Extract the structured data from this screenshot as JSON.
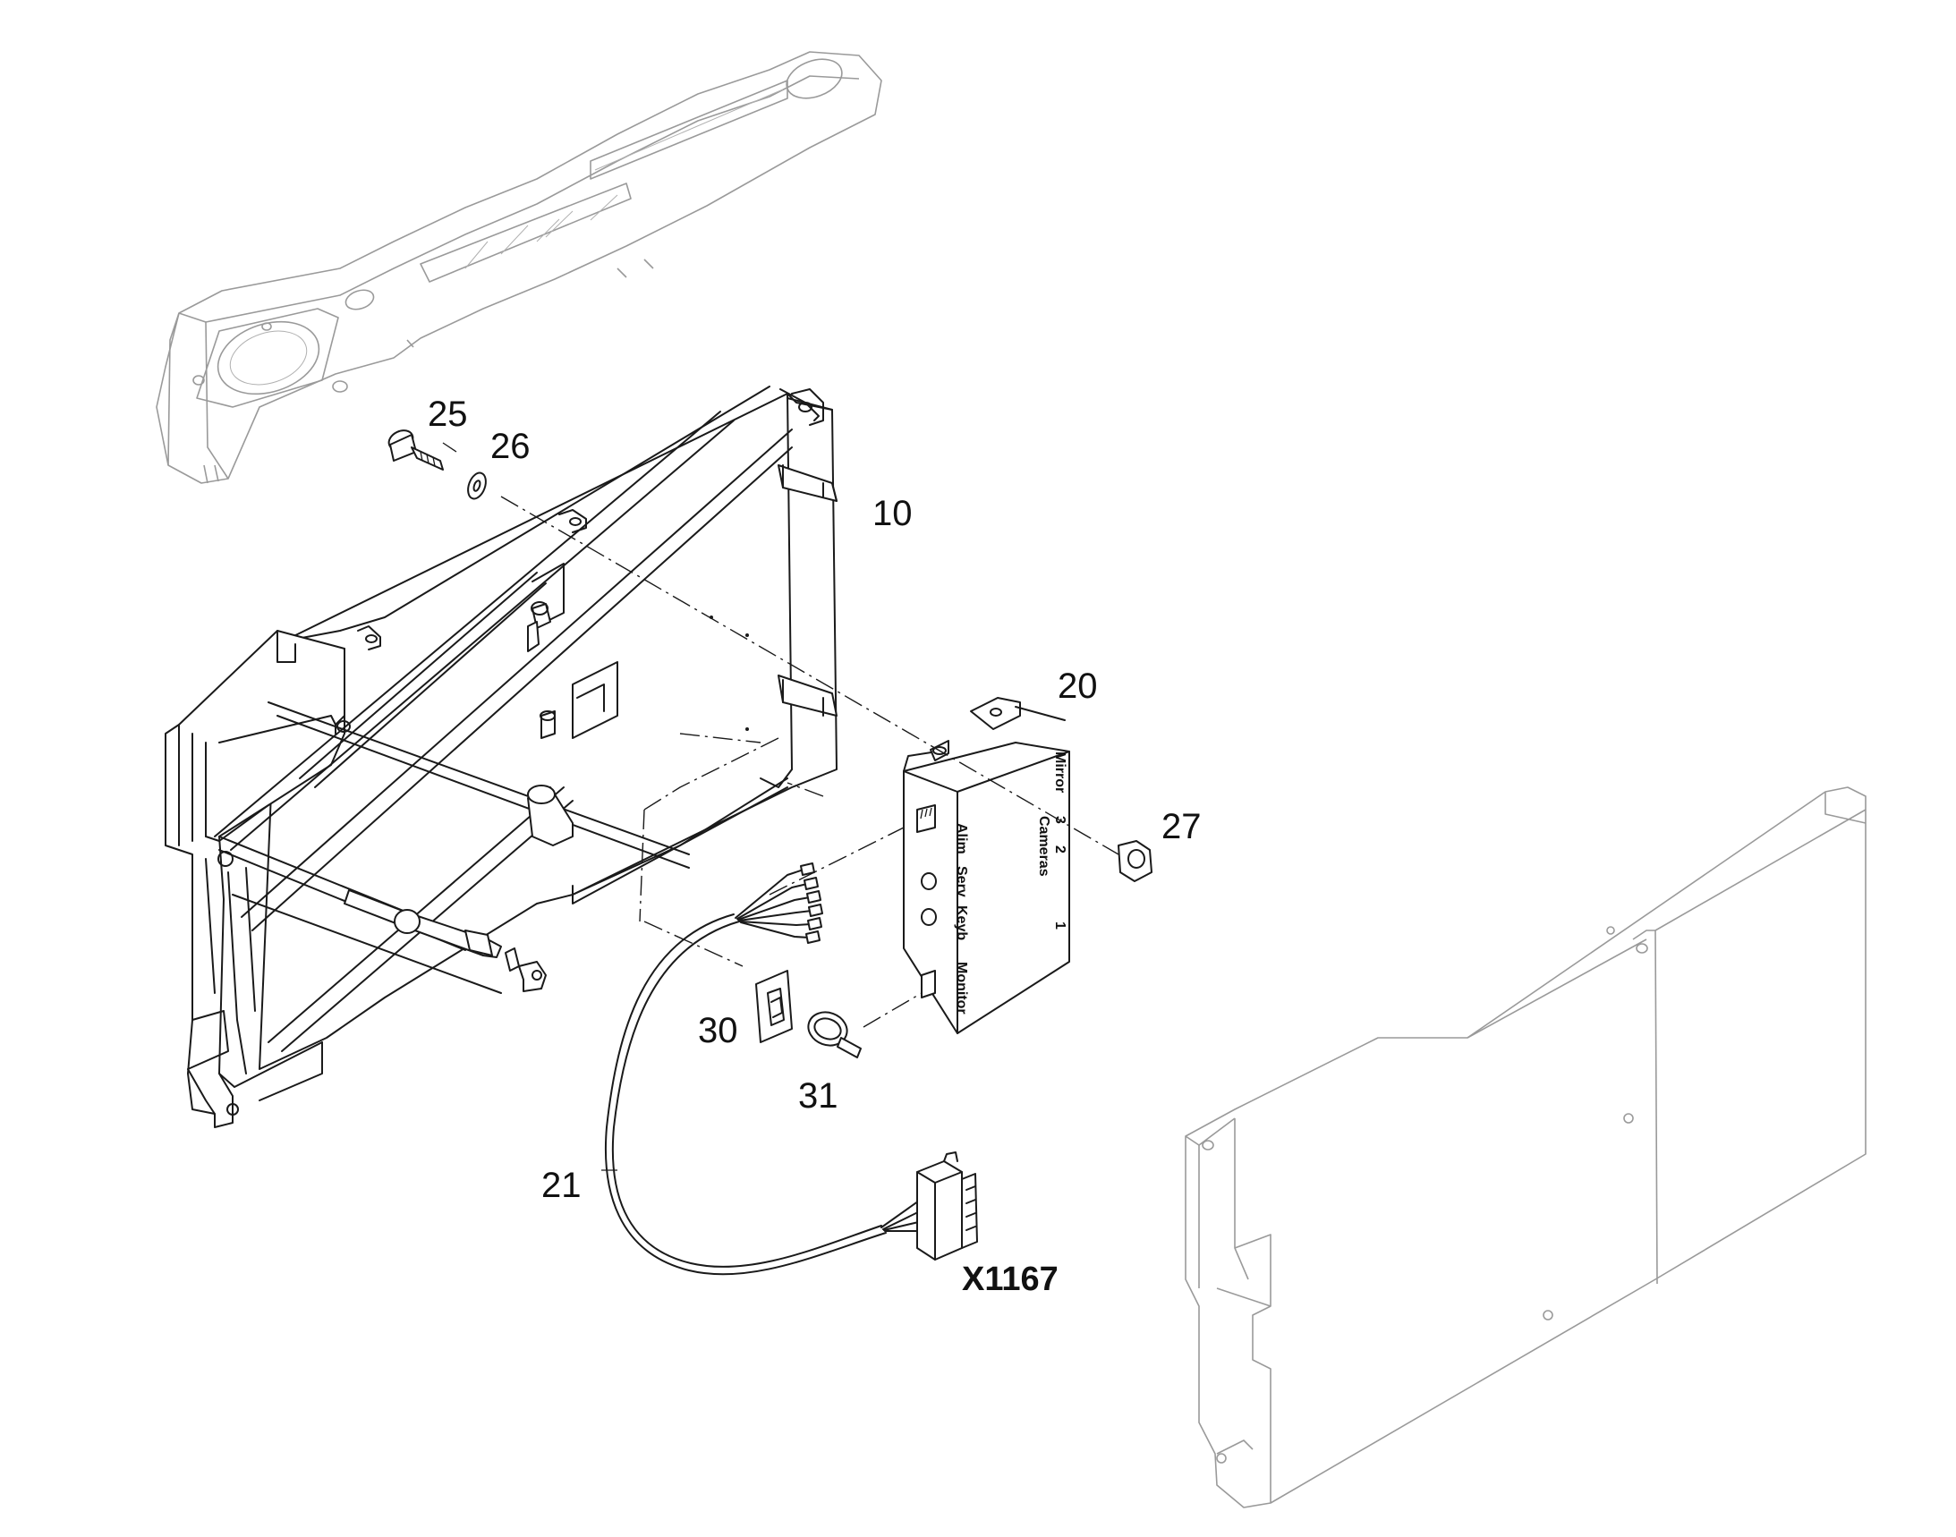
{
  "callouts": {
    "c10": "10",
    "c20": "20",
    "c21": "21",
    "c25": "25",
    "c26": "26",
    "c27": "27",
    "c30": "30",
    "c31": "31",
    "connector": "X1167"
  },
  "control_box": {
    "mirror": "Mirror",
    "cameras": "Cameras",
    "cam3": "3",
    "cam2": "2",
    "cam1": "1",
    "alim": "Alim",
    "serv": "Serv",
    "keyb": "Keyb",
    "monitor": "Monitor"
  },
  "colors": {
    "line": "#1a1a1a",
    "ghost_line": "#9a9a9a",
    "background": "#ffffff"
  }
}
